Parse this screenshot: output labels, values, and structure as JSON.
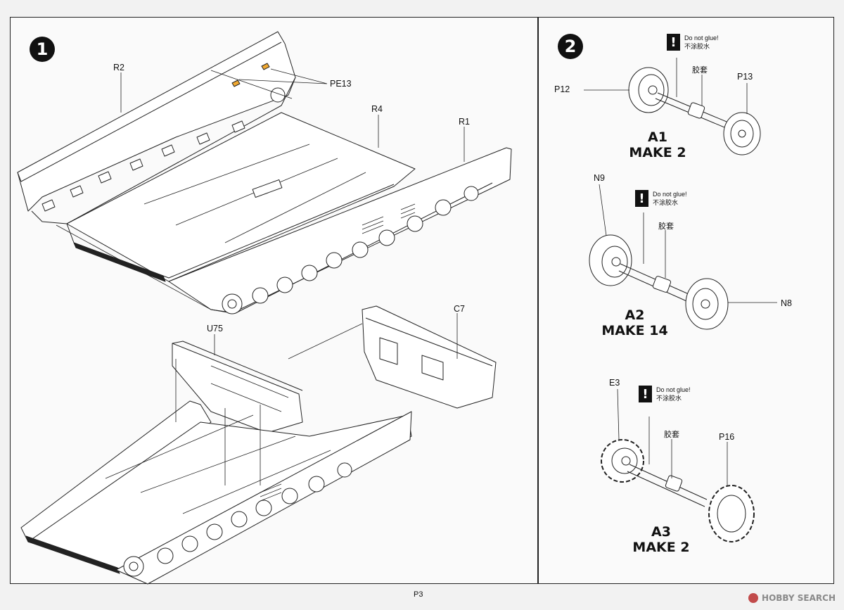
{
  "page": {
    "number": "P3"
  },
  "watermark": {
    "text": "HOBBY SEARCH"
  },
  "step1": {
    "number": "1",
    "labels": {
      "r2": "R2",
      "pe13": "PE13",
      "r4": "R4",
      "r1": "R1",
      "u75": "U75",
      "c7": "C7"
    }
  },
  "step2": {
    "number": "2",
    "warning": {
      "en": "Do not glue!",
      "zh": "不涂胶水",
      "sleeve": "胶套"
    },
    "a1": {
      "title": "A1",
      "make": "MAKE 2",
      "left_part": "P12",
      "right_part": "P13"
    },
    "a2": {
      "title": "A2",
      "make": "MAKE 14",
      "left_part": "N9",
      "right_part": "N8"
    },
    "a3": {
      "title": "A3",
      "make": "MAKE 2",
      "left_part": "E3",
      "right_part": "P16"
    }
  },
  "colors": {
    "line": "#222222",
    "pe_part": "#f0a830",
    "warning_bg": "#111111",
    "border": "#222222"
  }
}
